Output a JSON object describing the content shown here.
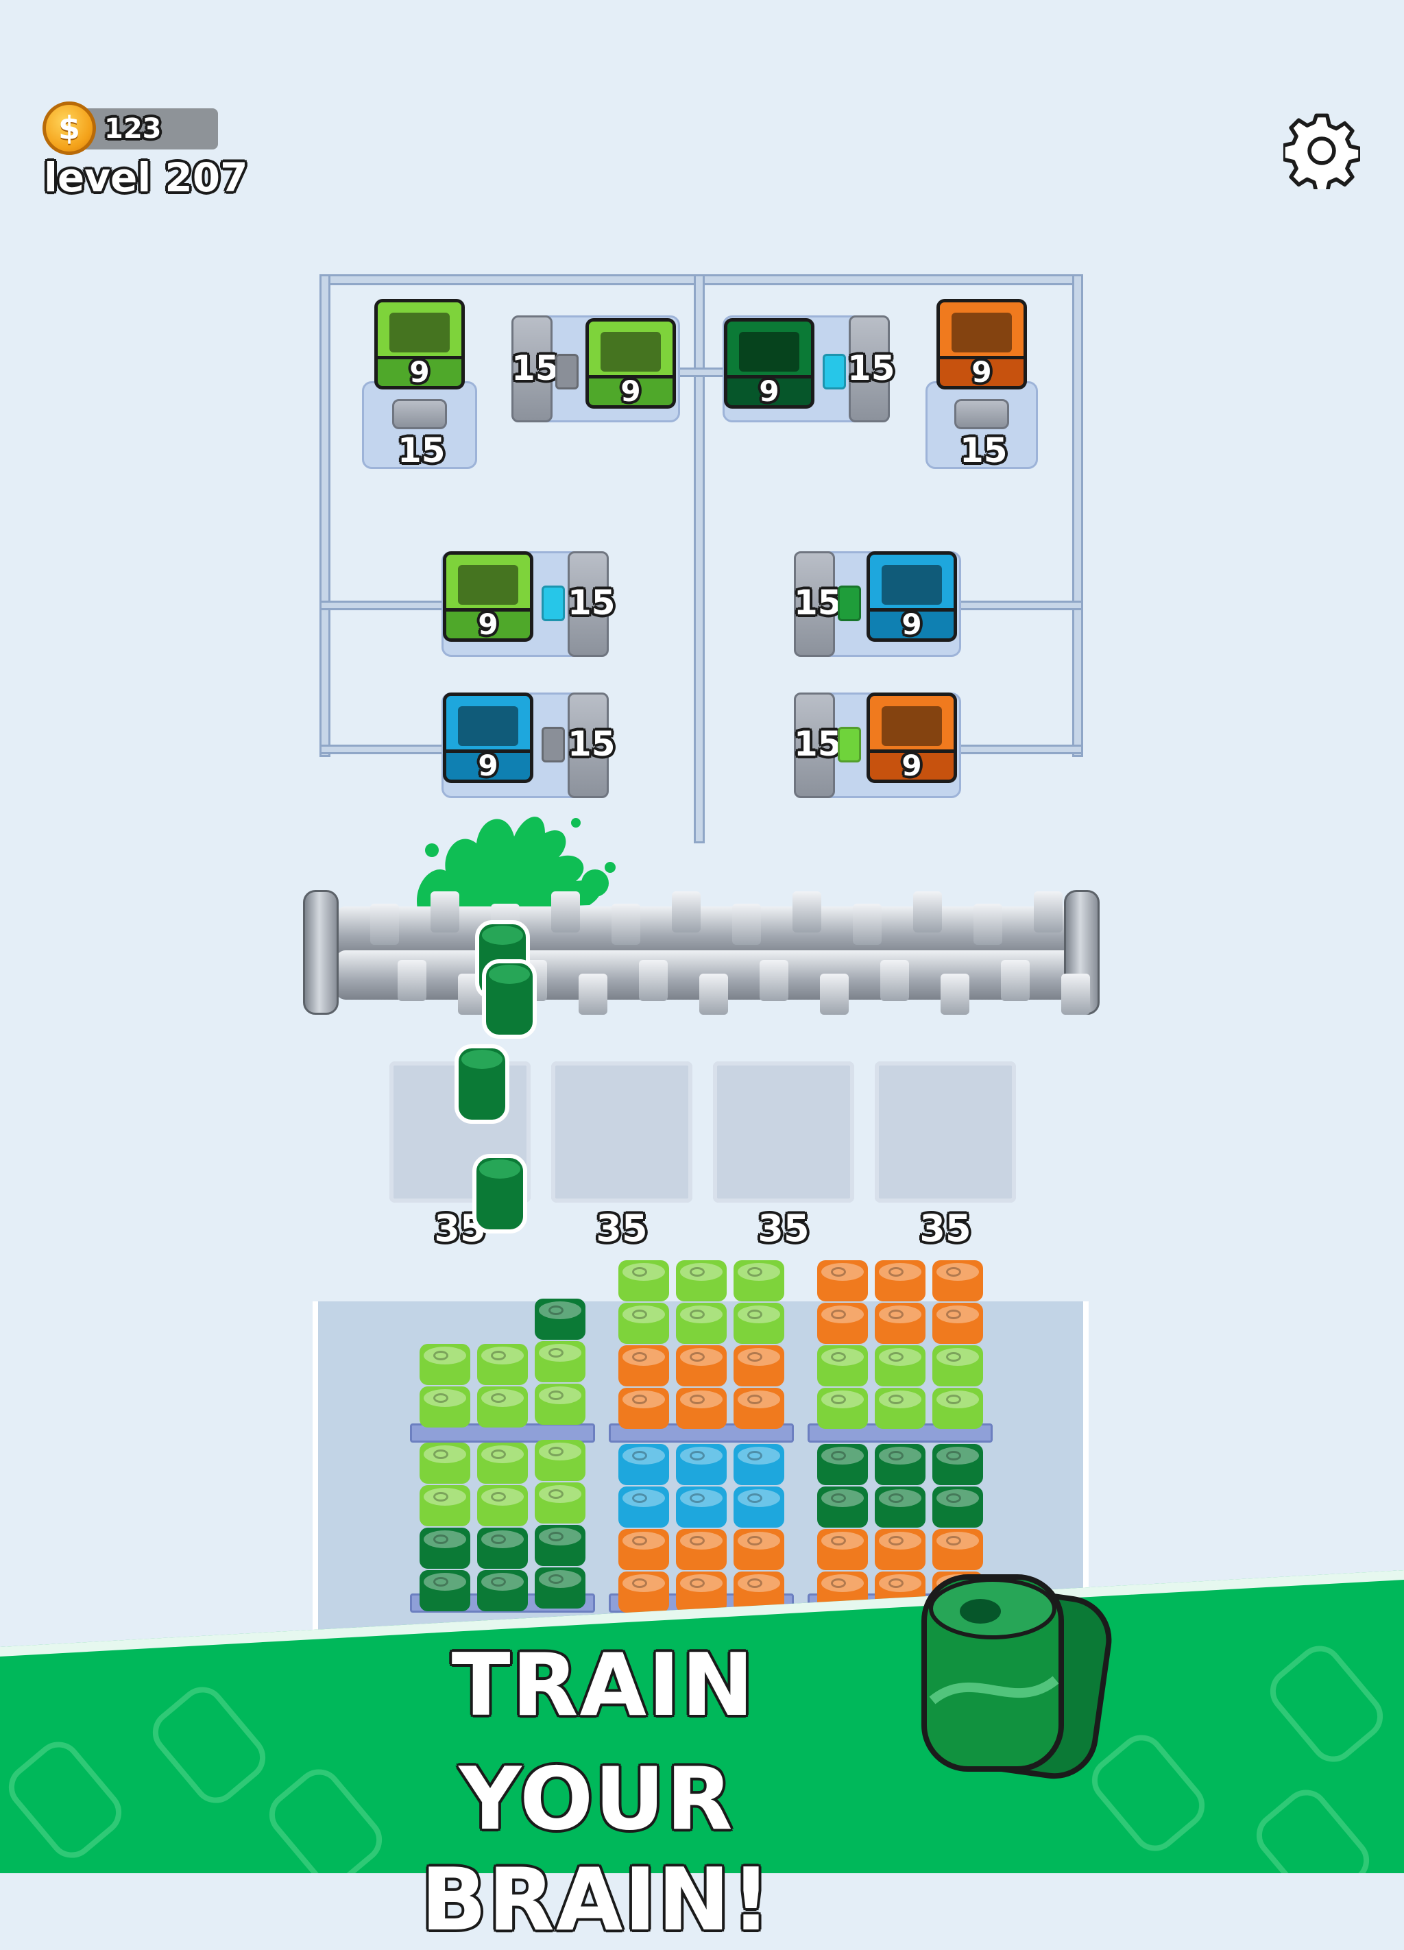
{
  "hud": {
    "coins": "123",
    "coin_symbol": "$",
    "level": "level 207"
  },
  "colors": {
    "light_green": "#7ed33b",
    "dark_green": "#0b7a36",
    "orange": "#f07a1e",
    "blue": "#1ea7dd",
    "banner_green": "#00b85a"
  },
  "machines": [
    {
      "bin_color": "#6fcc3b",
      "count": "9",
      "buffer": "15"
    },
    {
      "bin_color": "#6fcc3b",
      "count": "9",
      "buffer": "15"
    },
    {
      "bin_color": "#0b7a36",
      "count": "9",
      "buffer": "15"
    },
    {
      "bin_color": "#f07a1e",
      "count": "9",
      "buffer": "15"
    },
    {
      "bin_color": "#6fcc3b",
      "count": "9",
      "buffer": "15"
    },
    {
      "bin_color": "#1ea7dd",
      "count": "9",
      "buffer": "15"
    },
    {
      "bin_color": "#1ea7dd",
      "count": "9",
      "buffer": "15"
    },
    {
      "bin_color": "#f07a1e",
      "count": "9",
      "buffer": "15"
    }
  ],
  "slots": [
    {
      "count": "35"
    },
    {
      "count": "35"
    },
    {
      "count": "35"
    },
    {
      "count": "35"
    }
  ],
  "banner": {
    "line1": "TRAIN",
    "line2": "YOUR BRAIN!"
  },
  "icons": {
    "settings": "gear-icon",
    "coin": "coin-icon"
  }
}
